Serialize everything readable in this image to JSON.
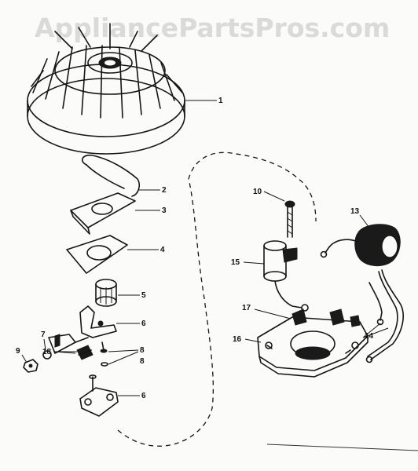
{
  "watermark": "AppliancePartsPros.com",
  "callouts": {
    "c1": "1",
    "c2": "2",
    "c3": "3",
    "c4": "4",
    "c5": "5",
    "c6a": "6",
    "c6b": "6",
    "c7": "7",
    "c8a": "8",
    "c8b": "8",
    "c9": "9",
    "c10": "10",
    "c13": "13",
    "c14": "14",
    "c15": "15",
    "c16": "16",
    "c17": "17",
    "c18": "18"
  },
  "colors": {
    "ink": "#151515",
    "paper": "#fbfbf9",
    "watermark": "#c8c8c8"
  }
}
